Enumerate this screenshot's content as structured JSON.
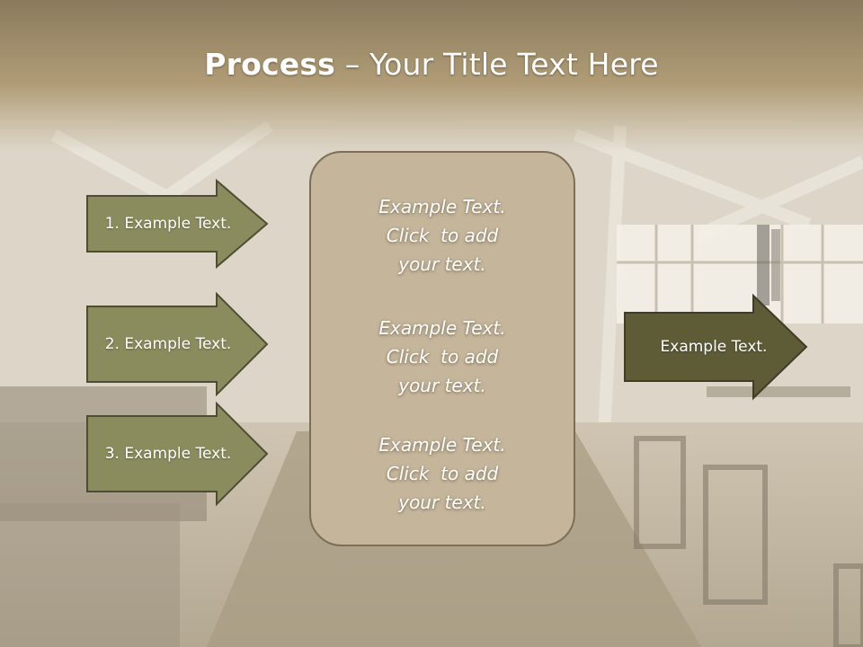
{
  "slide": {
    "title_bold": "Process",
    "title_rest": " – Your Title Text Here"
  },
  "steps": [
    {
      "label": "1. Example Text."
    },
    {
      "label": "2. Example Text."
    },
    {
      "label": "3. Example Text."
    }
  ],
  "panel": {
    "blocks": [
      {
        "lines": [
          "Example Text.",
          "Click  to add",
          "your text."
        ]
      },
      {
        "lines": [
          "Example Text.",
          "Click  to add",
          "your text."
        ]
      },
      {
        "lines": [
          "Example Text.",
          "Click  to add",
          "your text."
        ]
      }
    ]
  },
  "result": {
    "label": "Example Text."
  },
  "colors": {
    "title_band": "#a8946c",
    "step_arrow_fill": "#8b8c5e",
    "step_arrow_border": "#4f4c35",
    "result_arrow_fill": "#5e5c37",
    "panel_fill": "#c4b59b",
    "panel_border": "#7b6f58"
  }
}
